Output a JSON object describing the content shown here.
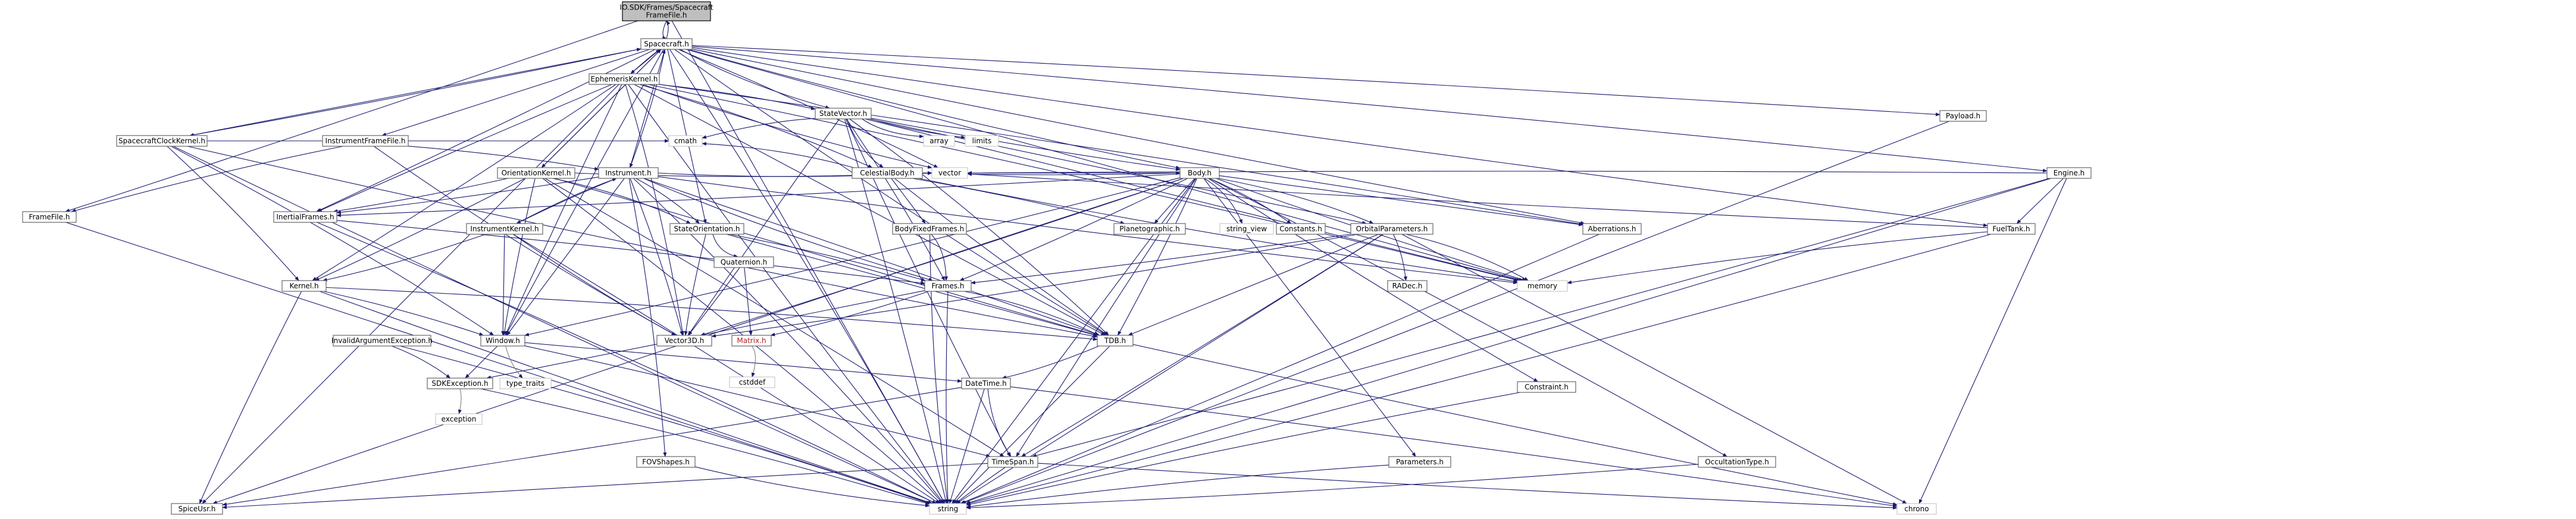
{
  "graph": {
    "root": "IO.SDK/Frames/Spacecraft\nFrameFile.h",
    "nodes": {
      "root": {
        "label": "IO.SDK/Frames/Spacecraft\nFrameFile.h"
      },
      "spacecraft": {
        "label": "Spacecraft.h"
      },
      "ephemeris": {
        "label": "EphemerisKernel.h"
      },
      "statevector": {
        "label": "StateVector.h"
      },
      "sclk": {
        "label": "SpacecraftClockKernel.h"
      },
      "instframe": {
        "label": "InstrumentFrameFile.h"
      },
      "celestial": {
        "label": "CelestialBody.h"
      },
      "orientkernel": {
        "label": "OrientationKernel.h"
      },
      "instrument": {
        "label": "Instrument.h"
      },
      "body": {
        "label": "Body.h"
      },
      "framefile": {
        "label": "FrameFile.h"
      },
      "inertial": {
        "label": "InertialFrames.h"
      },
      "instkernel": {
        "label": "InstrumentKernel.h"
      },
      "stateorient": {
        "label": "StateOrientation.h"
      },
      "bodyfixed": {
        "label": "BodyFixedFrames.h"
      },
      "planetographic": {
        "label": "Planetographic.h"
      },
      "stringview": {
        "label": "string_view"
      },
      "constants": {
        "label": "Constants.h"
      },
      "orbital": {
        "label": "OrbitalParameters.h"
      },
      "aberrations": {
        "label": "Aberrations.h"
      },
      "payload": {
        "label": "Payload.h"
      },
      "engine": {
        "label": "Engine.h"
      },
      "fueltank": {
        "label": "FuelTank.h"
      },
      "kernel": {
        "label": "Kernel.h"
      },
      "quaternion": {
        "label": "Quaternion.h"
      },
      "frames": {
        "label": "Frames.h"
      },
      "radec": {
        "label": "RADec.h"
      },
      "memory": {
        "label": "memory"
      },
      "invalidarg": {
        "label": "InvalidArgumentException.h"
      },
      "window": {
        "label": "Window.h"
      },
      "vector3d": {
        "label": "Vector3D.h"
      },
      "matrix": {
        "label": "Matrix.h"
      },
      "tdb": {
        "label": "TDB.h"
      },
      "sdkexc": {
        "label": "SDKException.h"
      },
      "typetraits": {
        "label": "type_traits"
      },
      "cstddef": {
        "label": "cstddef"
      },
      "datetime": {
        "label": "DateTime.h"
      },
      "constraint": {
        "label": "Constraint.h"
      },
      "exception": {
        "label": "exception"
      },
      "fovshapes": {
        "label": "FOVShapes.h"
      },
      "timespan": {
        "label": "TimeSpan.h"
      },
      "parameters": {
        "label": "Parameters.h"
      },
      "occultation": {
        "label": "OccultationType.h"
      },
      "spiceusr": {
        "label": "SpiceUsr.h"
      },
      "string": {
        "label": "string"
      },
      "chrono": {
        "label": "chrono"
      },
      "vector": {
        "label": "vector"
      },
      "cmath": {
        "label": "cmath"
      },
      "array": {
        "label": "array"
      },
      "limits": {
        "label": "limits"
      }
    },
    "edges": [
      [
        "root",
        "spacecraft"
      ],
      [
        "root",
        "framefile"
      ],
      [
        "root",
        "string"
      ],
      [
        "spacecraft",
        "root"
      ],
      [
        "spacecraft",
        "ephemeris"
      ],
      [
        "spacecraft",
        "statevector"
      ],
      [
        "spacecraft",
        "sclk"
      ],
      [
        "spacecraft",
        "instframe"
      ],
      [
        "spacecraft",
        "orientkernel"
      ],
      [
        "spacecraft",
        "instrument"
      ],
      [
        "spacecraft",
        "body"
      ],
      [
        "spacecraft",
        "inertial"
      ],
      [
        "spacecraft",
        "stateorient"
      ],
      [
        "spacecraft",
        "payload"
      ],
      [
        "spacecraft",
        "engine"
      ],
      [
        "spacecraft",
        "fueltank"
      ],
      [
        "spacecraft",
        "aberrations"
      ],
      [
        "spacecraft",
        "memory"
      ],
      [
        "spacecraft",
        "vector"
      ],
      [
        "spacecraft",
        "string"
      ],
      [
        "spacecraft",
        "tdb"
      ],
      [
        "spacecraft",
        "window"
      ],
      [
        "ephemeris",
        "spacecraft"
      ],
      [
        "ephemeris",
        "statevector"
      ],
      [
        "ephemeris",
        "celestial"
      ],
      [
        "ephemeris",
        "kernel"
      ],
      [
        "ephemeris",
        "window"
      ],
      [
        "ephemeris",
        "tdb"
      ],
      [
        "ephemeris",
        "aberrations"
      ],
      [
        "ephemeris",
        "memory"
      ],
      [
        "ephemeris",
        "vector"
      ],
      [
        "ephemeris",
        "string"
      ],
      [
        "ephemeris",
        "spiceusr"
      ],
      [
        "ephemeris",
        "inertial"
      ],
      [
        "ephemeris",
        "vector3d"
      ],
      [
        "statevector",
        "celestial"
      ],
      [
        "statevector",
        "body"
      ],
      [
        "statevector",
        "orbital"
      ],
      [
        "statevector",
        "frames"
      ],
      [
        "statevector",
        "tdb"
      ],
      [
        "statevector",
        "vector3d"
      ],
      [
        "statevector",
        "timespan"
      ],
      [
        "statevector",
        "memory"
      ],
      [
        "statevector",
        "string"
      ],
      [
        "statevector",
        "cmath"
      ],
      [
        "statevector",
        "array"
      ],
      [
        "statevector",
        "limits"
      ],
      [
        "sclk",
        "spacecraft"
      ],
      [
        "sclk",
        "kernel"
      ],
      [
        "sclk",
        "window"
      ],
      [
        "sclk",
        "tdb"
      ],
      [
        "sclk",
        "string"
      ],
      [
        "sclk",
        "cmath"
      ],
      [
        "instframe",
        "instrument"
      ],
      [
        "instframe",
        "framefile"
      ],
      [
        "instframe",
        "vector3d"
      ],
      [
        "celestial",
        "body"
      ],
      [
        "celestial",
        "bodyfixed"
      ],
      [
        "celestial",
        "planetographic"
      ],
      [
        "celestial",
        "cmath"
      ],
      [
        "celestial",
        "memory"
      ],
      [
        "celestial",
        "tdb"
      ],
      [
        "celestial",
        "vector"
      ],
      [
        "orientkernel",
        "spacecraft"
      ],
      [
        "orientkernel",
        "stateorient"
      ],
      [
        "orientkernel",
        "kernel"
      ],
      [
        "orientkernel",
        "window"
      ],
      [
        "orientkernel",
        "tdb"
      ],
      [
        "orientkernel",
        "timespan"
      ],
      [
        "orientkernel",
        "string"
      ],
      [
        "orientkernel",
        "vector"
      ],
      [
        "orientkernel",
        "inertial"
      ],
      [
        "instrument",
        "spacecraft"
      ],
      [
        "instrument",
        "instkernel"
      ],
      [
        "instrument",
        "fovshapes"
      ],
      [
        "instrument",
        "frames"
      ],
      [
        "instrument",
        "inertial"
      ],
      [
        "instrument",
        "window"
      ],
      [
        "instrument",
        "vector3d"
      ],
      [
        "instrument",
        "string"
      ],
      [
        "instrument",
        "vector"
      ],
      [
        "instrument",
        "memory"
      ],
      [
        "instrument",
        "tdb"
      ],
      [
        "instrument",
        "stateorient"
      ],
      [
        "body",
        "orbital"
      ],
      [
        "body",
        "frames"
      ],
      [
        "body",
        "inertial"
      ],
      [
        "body",
        "aberrations"
      ],
      [
        "body",
        "constants"
      ],
      [
        "body",
        "stringview"
      ],
      [
        "body",
        "planetographic"
      ],
      [
        "body",
        "constraint"
      ],
      [
        "body",
        "parameters"
      ],
      [
        "body",
        "occultation"
      ],
      [
        "body",
        "tdb"
      ],
      [
        "body",
        "window"
      ],
      [
        "body",
        "memory"
      ],
      [
        "body",
        "vector"
      ],
      [
        "body",
        "string"
      ],
      [
        "body",
        "spiceusr"
      ],
      [
        "body",
        "timespan"
      ],
      [
        "body",
        "vector3d"
      ],
      [
        "framefile",
        "string"
      ],
      [
        "inertial",
        "frames"
      ],
      [
        "inertial",
        "string"
      ],
      [
        "instkernel",
        "kernel"
      ],
      [
        "instkernel",
        "vector3d"
      ],
      [
        "instkernel",
        "window"
      ],
      [
        "instkernel",
        "string"
      ],
      [
        "instkernel",
        "instrument"
      ],
      [
        "stateorient",
        "quaternion"
      ],
      [
        "stateorient",
        "vector3d"
      ],
      [
        "stateorient",
        "tdb"
      ],
      [
        "stateorient",
        "frames"
      ],
      [
        "bodyfixed",
        "frames"
      ],
      [
        "bodyfixed",
        "string"
      ],
      [
        "orbital",
        "frames"
      ],
      [
        "orbital",
        "tdb"
      ],
      [
        "orbital",
        "radec"
      ],
      [
        "orbital",
        "memory"
      ],
      [
        "orbital",
        "vector3d"
      ],
      [
        "orbital",
        "timespan"
      ],
      [
        "orbital",
        "chrono"
      ],
      [
        "orbital",
        "string"
      ],
      [
        "engine",
        "fueltank"
      ],
      [
        "engine",
        "timespan"
      ],
      [
        "engine",
        "string"
      ],
      [
        "engine",
        "chrono"
      ],
      [
        "engine",
        "vector"
      ],
      [
        "fueltank",
        "memory"
      ],
      [
        "fueltank",
        "string"
      ],
      [
        "fueltank",
        "vector"
      ],
      [
        "payload",
        "string"
      ],
      [
        "kernel",
        "window"
      ],
      [
        "kernel",
        "tdb"
      ],
      [
        "kernel",
        "spiceusr"
      ],
      [
        "kernel",
        "string"
      ],
      [
        "quaternion",
        "matrix"
      ],
      [
        "quaternion",
        "vector3d"
      ],
      [
        "frames",
        "tdb"
      ],
      [
        "frames",
        "matrix"
      ],
      [
        "frames",
        "string"
      ],
      [
        "frames",
        "sdkexc"
      ],
      [
        "invalidarg",
        "sdkexc"
      ],
      [
        "invalidarg",
        "string"
      ],
      [
        "window",
        "sdkexc"
      ],
      [
        "window",
        "typetraits"
      ],
      [
        "window",
        "datetime"
      ],
      [
        "window",
        "timespan"
      ],
      [
        "matrix",
        "cstddef"
      ],
      [
        "tdb",
        "datetime"
      ],
      [
        "tdb",
        "chrono"
      ],
      [
        "tdb",
        "string"
      ],
      [
        "sdkexc",
        "exception"
      ],
      [
        "sdkexc",
        "string"
      ],
      [
        "datetime",
        "timespan"
      ],
      [
        "datetime",
        "spiceusr"
      ],
      [
        "datetime",
        "string"
      ],
      [
        "datetime",
        "chrono"
      ],
      [
        "constraint",
        "string"
      ],
      [
        "fovshapes",
        "string"
      ],
      [
        "timespan",
        "chrono"
      ],
      [
        "timespan",
        "spiceusr"
      ],
      [
        "timespan",
        "string"
      ],
      [
        "parameters",
        "string"
      ],
      [
        "occultation",
        "string"
      ],
      [
        "aberrations",
        "string"
      ]
    ]
  }
}
